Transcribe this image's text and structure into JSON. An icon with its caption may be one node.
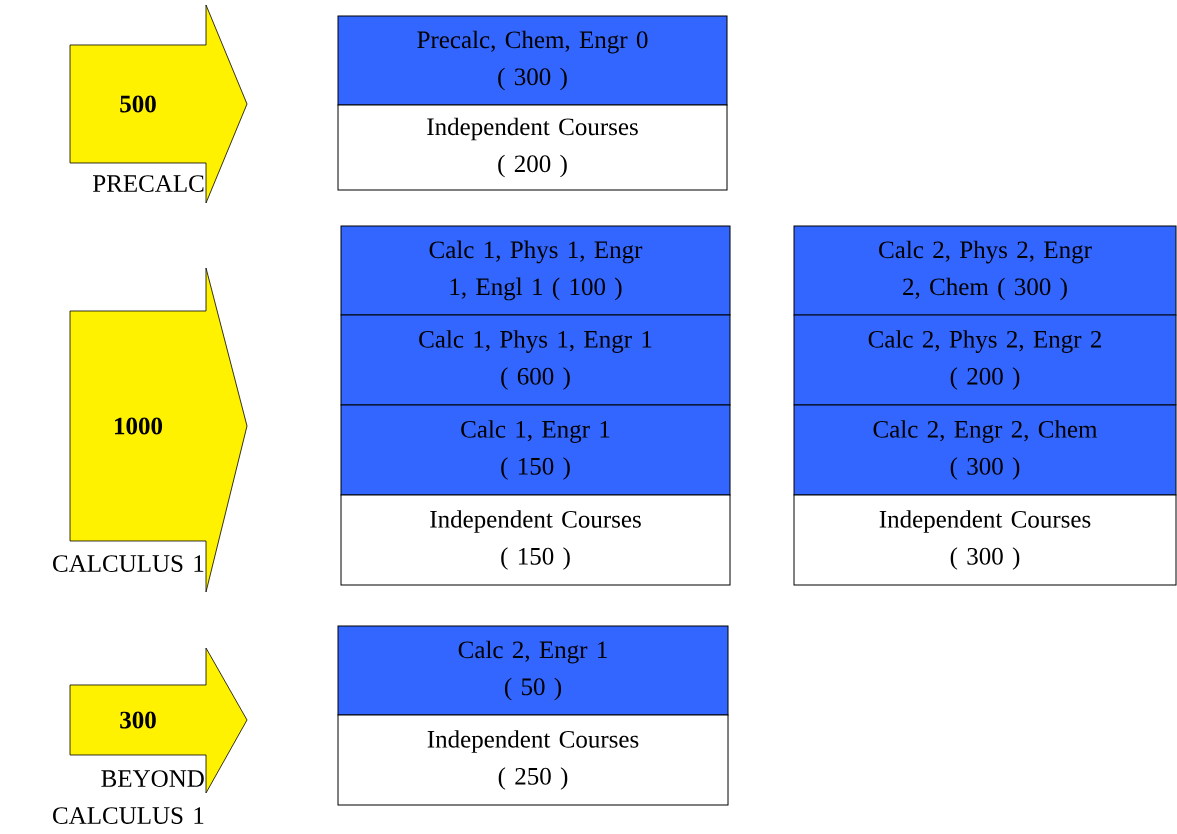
{
  "diagram": {
    "nodes": [
      {
        "text": [
          "500"
        ],
        "beside": [
          "PRECALC"
        ]
      },
      {
        "text": [
          "Precalc, Chem, Engr 0",
          "( 300 )"
        ]
      },
      {
        "text": [
          "Independent Courses",
          "( 200 )"
        ]
      },
      {
        "text": [
          "1000"
        ],
        "beside": [
          "CALCULUS 1"
        ]
      },
      {
        "text": [
          "Calc 1, Phys 1, Engr 1, Engl 1 ( 100 )"
        ]
      },
      {
        "text": [
          "Calc 2, Phys 2, Engr 2, Chem ( 300 )"
        ]
      },
      {
        "text": [
          "Calc 1, Phys 1, Engr 1",
          "( 600 )"
        ]
      },
      {
        "text": [
          "Calc 2, Phys 2, Engr 2",
          "( 200 )"
        ]
      },
      {
        "text": [
          "Calc 1, Engr 1",
          "( 150 )"
        ]
      },
      {
        "text": [
          "Calc 2, Engr 2, Chem",
          "( 300 )"
        ]
      },
      {
        "text": [
          "Independent Courses",
          "( 150 )"
        ]
      },
      {
        "text": [
          "Independent Courses",
          "( 300 )"
        ]
      },
      {
        "text": [
          "300"
        ],
        "beside": [
          "BEYOND CALCULUS 1"
        ]
      },
      {
        "text": [
          "Calc 2, Engr 1",
          "( 50 )"
        ]
      },
      {
        "text": [
          "Independent Courses",
          "( 250 )"
        ]
      }
    ]
  }
}
